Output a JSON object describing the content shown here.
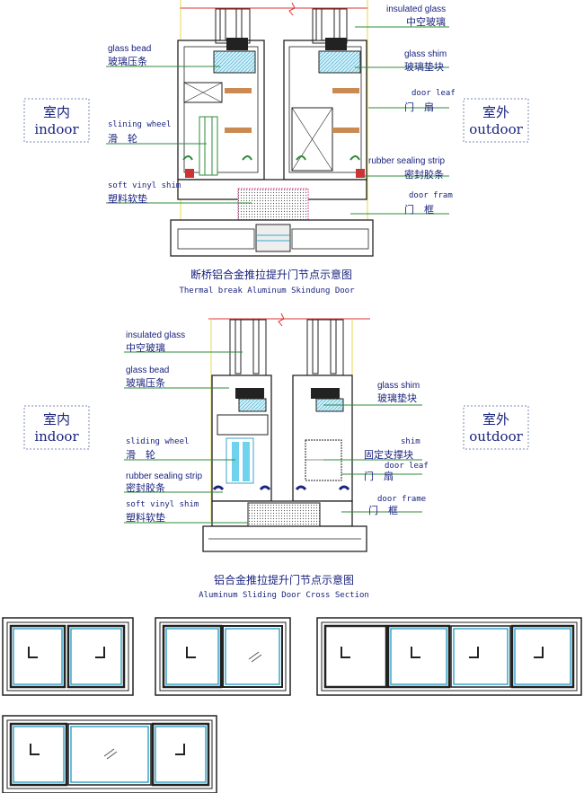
{
  "section1": {
    "labels": {
      "insulated_glass_en": "insulated glass",
      "insulated_glass_cn": "中空玻璃",
      "glass_bead_en": "glass bead",
      "glass_bead_cn": "玻璃压条",
      "glass_shim_en": "glass shim",
      "glass_shim_cn": "玻璃垫块",
      "door_leaf_en": "door leaf",
      "door_leaf_cn": "门　扇",
      "sliding_wheel_en": "slining wheel",
      "sliding_wheel_cn": "滑　轮",
      "rubber_strip_en": "rubber sealing strip",
      "rubber_strip_cn": "密封胶条",
      "soft_vinyl_en": "soft vinyl shim",
      "soft_vinyl_cn": "塑料软垫",
      "door_frame_en": "door fram",
      "door_frame_cn": "门　框"
    },
    "indoor_cn": "室内",
    "indoor_en": "indoor",
    "outdoor_cn": "室外",
    "outdoor_en": "outdoor",
    "title_cn": "断桥铝合金推拉提升门节点示意图",
    "title_en": "Thermal break Aluminum Skindung Door"
  },
  "section2": {
    "labels": {
      "insulated_glass_en": "insulated glass",
      "insulated_glass_cn": "中空玻璃",
      "glass_bead_en": "glass bead",
      "glass_bead_cn": "玻璃压条",
      "glass_shim_en": "glass shim",
      "glass_shim_cn": "玻璃垫块",
      "sliding_wheel_en": "sliding wheel",
      "sliding_wheel_cn": "滑　轮",
      "shim_en": "shim",
      "shim_cn": "固定支撑块",
      "door_leaf_en": "door leaf",
      "door_leaf_cn": "门　扇",
      "rubber_strip_en": "rubber sealing strip",
      "rubber_strip_cn": "密封胶条",
      "soft_vinyl_en": "soft vinyl shim",
      "soft_vinyl_cn": "塑料软垫",
      "door_frame_en": "door frame",
      "door_frame_cn": "门　框"
    },
    "indoor_cn": "室内",
    "indoor_en": "indoor",
    "outdoor_cn": "室外",
    "outdoor_en": "outdoor",
    "title_cn": "铝合金推拉提升门节点示意图",
    "title_en": "Aluminum Sliding Door Cross Section"
  },
  "colors": {
    "text": "#1a237e",
    "leader": "#2e8b3a",
    "glass": "#6fd3ee",
    "seal": "#1a237e",
    "frame": "#222222"
  }
}
